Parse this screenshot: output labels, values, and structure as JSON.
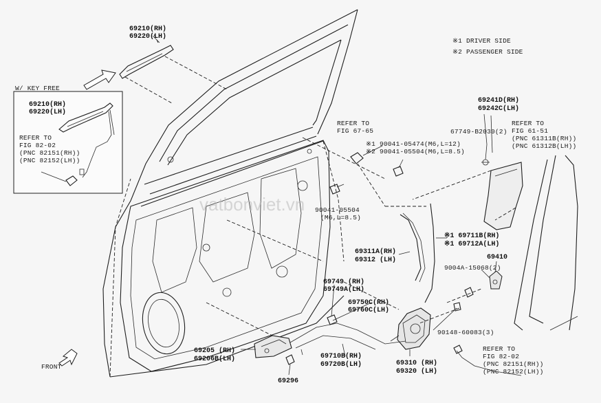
{
  "notes": {
    "driver": "※1 DRIVER SIDE",
    "passenger": "※2 PASSENGER SIDE"
  },
  "labels": {
    "handle_rh": "69210(RH)",
    "handle_lh": "69220(LH)",
    "key_free_title": "W/ KEY FREE",
    "kf_handle_rh": "69210(RH)",
    "kf_handle_lh": "69220(LH)",
    "kf_refer1": "REFER TO",
    "kf_refer2": "FIG 82-02",
    "kf_refer3": "(PNC 82151(RH))",
    "kf_refer4": "(PNC 82152(LH))",
    "refer_6765_a": "REFER TO",
    "refer_6765_b": "FIG 67-65",
    "bolt1": "※1 90041-05474(M6,L=12)",
    "bolt2": "※2 90041-05504(M6,L=8.5)",
    "bolt3_a": "90041-05504",
    "bolt3_b": "(M6,L=8.5)",
    "clip_qty": "67749-B2030(2)",
    "trim_rh": "69241D(RH)",
    "trim_lh": "69242C(LH)",
    "refer_6151_a": "REFER TO",
    "refer_6151_b": "FIG 61-51",
    "refer_6151_c": "(PNC 61311B(RH))",
    "refer_6151_d": "(PNC 61312B(LH))",
    "cable1_rh": "※1 69711B(RH)",
    "cable1_lh": "※1 69712A(LH)",
    "rod_rh": "69311A(RH)",
    "rod_lh": "69312 (LH)",
    "striker": "69410",
    "screw1": "9004A-15068(2)",
    "screw2": "90148-60083(3)",
    "clip_rh": "69749 (RH)",
    "clip_lh": "69749A(LH)",
    "cable2_rh": "69750C(RH)",
    "cable2_lh": "69760C(LH)",
    "inner_rh": "69205 (RH)",
    "inner_lh": "69206B(LH)",
    "cable3_rh": "69710B(RH)",
    "cable3_lh": "69720B(LH)",
    "lock_rh": "69310 (RH)",
    "lock_lh": "69320 (LH)",
    "refer_8202_a": "REFER TO",
    "refer_8202_b": "FIG 82-02",
    "refer_8202_c": "(PNC 82151(RH))",
    "refer_8202_d": "(PNC 82152(LH))",
    "clip_bottom": "69296",
    "front": "FRONT",
    "watermark": "vatbonviet.vn"
  }
}
